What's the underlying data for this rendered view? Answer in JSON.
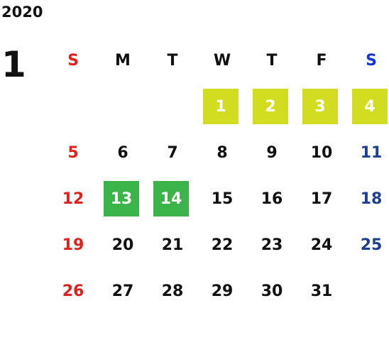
{
  "calendar": {
    "year": "2020",
    "month": "1",
    "weekdays": [
      "S",
      "M",
      "T",
      "W",
      "T",
      "F",
      "S"
    ],
    "weeks": [
      [
        "",
        "",
        "",
        "1",
        "2",
        "3",
        "4"
      ],
      [
        "5",
        "6",
        "7",
        "8",
        "9",
        "10",
        "11"
      ],
      [
        "12",
        "13",
        "14",
        "15",
        "16",
        "17",
        "18"
      ],
      [
        "19",
        "20",
        "21",
        "22",
        "23",
        "24",
        "25"
      ],
      [
        "26",
        "27",
        "28",
        "29",
        "30",
        "31",
        ""
      ]
    ],
    "highlights": {
      "yellow": [
        "1",
        "2",
        "3",
        "4"
      ],
      "green": [
        "13",
        "14"
      ]
    },
    "colors": {
      "sunday": "#e0201a",
      "saturday": "#1c3f94",
      "highlight_yellow": "#d2dd22",
      "highlight_green": "#3bb54a"
    }
  }
}
